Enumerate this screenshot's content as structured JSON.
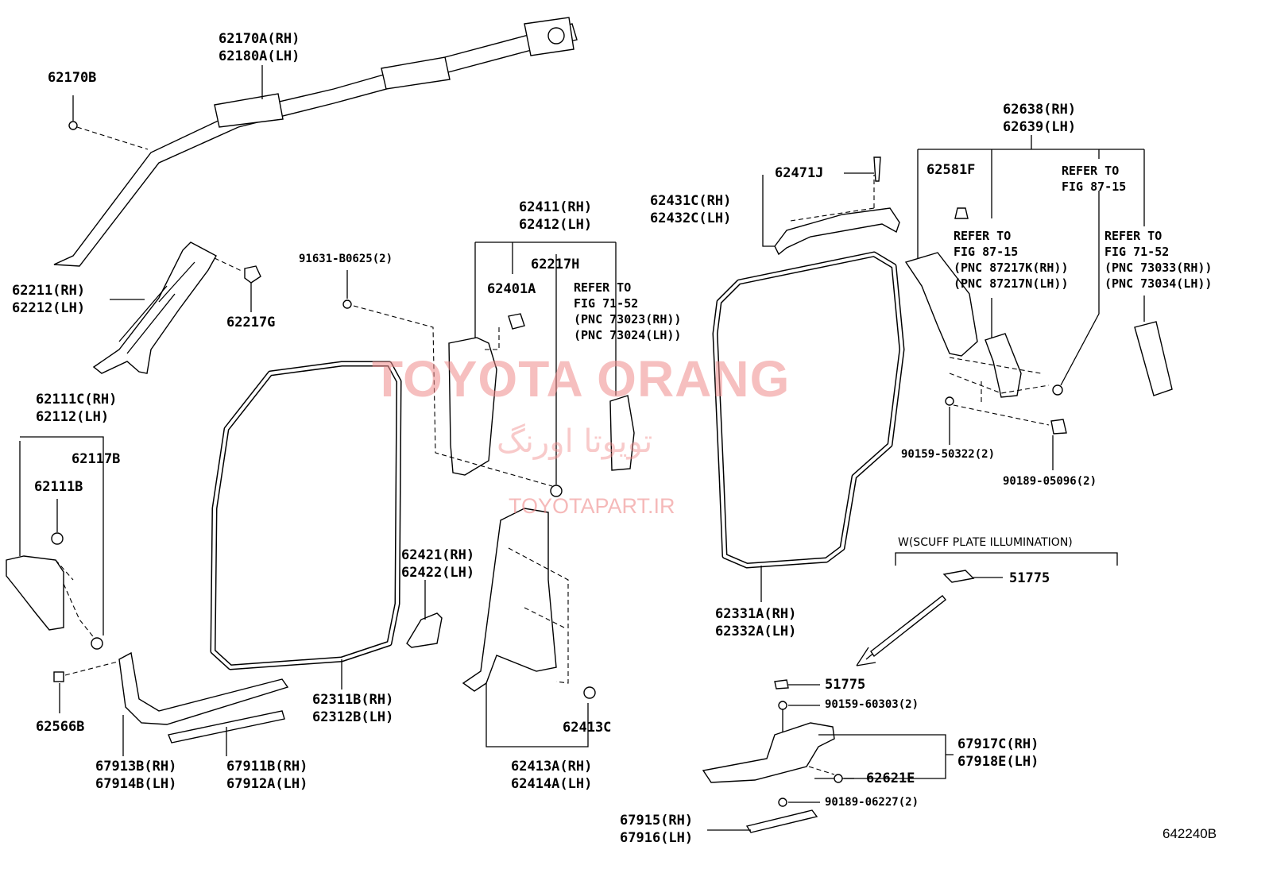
{
  "parts": {
    "p62170a": "62170A(RH)\n62180A(LH)",
    "p62170b": "62170B",
    "p62211": "62211(RH)\n62212(LH)",
    "p62217g": "62217G",
    "p91631": "91631-B0625(2)",
    "p62411": "62411(RH)\n62412(LH)",
    "p62217h": "62217H",
    "p62401a": "62401A",
    "ref7152a": "REFER TO\nFIG 71-52\n(PNC 73023(RH))\n(PNC 73024(LH))",
    "p62471j": "62471J",
    "p62431c": "62431C(RH)\n62432C(LH)",
    "p62638": "62638(RH)\n62639(LH)",
    "p62581f": "62581F",
    "ref8715top": "REFER TO\nFIG 87-15",
    "ref8715": "REFER TO\nFIG 87-15\n(PNC 87217K(RH))\n(PNC 87217N(LH))",
    "ref7152b": "REFER TO\nFIG 71-52\n(PNC 73033(RH))\n(PNC 73034(LH))",
    "p62111c": "62111C(RH)\n62112(LH)",
    "p62117b": "62117B",
    "p62111b": "62111B",
    "p62566b": "62566B",
    "p67913b": "67913B(RH)\n67914B(LH)",
    "p67911b": "67911B(RH)\n67912A(LH)",
    "p62311b": "62311B(RH)\n62312B(LH)",
    "p62421": "62421(RH)\n62422(LH)",
    "p62413c": "62413C",
    "p62413a": "62413A(RH)\n62414A(LH)",
    "p90159a": "90159-50322(2)",
    "p90189a": "90189-05096(2)",
    "p62331a": "62331A(RH)\n62332A(LH)",
    "scuff_title": "W(SCUFF PLATE ILLUMINATION)",
    "p51775a": "51775",
    "p51775b": "51775",
    "p90159b": "90159-60303(2)",
    "p67917c": "67917C(RH)\n67918E(LH)",
    "p62621e": "62621E",
    "p90189b": "90189-06227(2)",
    "p67915": "67915(RH)\n67916(LH)"
  },
  "watermark": {
    "brand": "TOYOTA ORANG",
    "brand_fa": "تویوتا اورنگ",
    "site": "TOYOTAPART.IR"
  },
  "figure_number": "642240B",
  "colors": {
    "line": "#000000",
    "watermark": "#f08c8c",
    "background": "#ffffff"
  }
}
